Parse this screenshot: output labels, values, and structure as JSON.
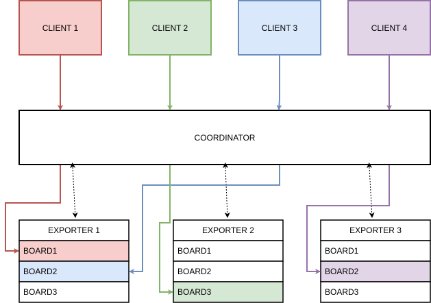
{
  "colors": {
    "client1_fill": "#f8cecc",
    "client1_stroke": "#b85450",
    "client2_fill": "#d5e8d4",
    "client2_stroke": "#82b366",
    "client3_fill": "#dae8fc",
    "client3_stroke": "#6c8ebf",
    "client4_fill": "#e1d5e7",
    "client4_stroke": "#9673a6",
    "neutral_stroke": "#000000"
  },
  "clients": [
    {
      "label": "CLIENT 1",
      "color": "#f8cecc",
      "stroke": "#b85450"
    },
    {
      "label": "CLIENT 2",
      "color": "#d5e8d4",
      "stroke": "#82b366"
    },
    {
      "label": "CLIENT 3",
      "color": "#dae8fc",
      "stroke": "#6c8ebf"
    },
    {
      "label": "CLIENT 4",
      "color": "#e1d5e7",
      "stroke": "#9673a6"
    }
  ],
  "coordinator": {
    "label": "COORDINATOR"
  },
  "exporters": [
    {
      "title": "EXPORTER 1",
      "boards": [
        {
          "label": "BOARD1",
          "highlight": "#f8cecc"
        },
        {
          "label": "BOARD2",
          "highlight": "#dae8fc"
        },
        {
          "label": "BOARD3",
          "highlight": null
        }
      ]
    },
    {
      "title": "EXPORTER 2",
      "boards": [
        {
          "label": "BOARD1",
          "highlight": null
        },
        {
          "label": "BOARD2",
          "highlight": null
        },
        {
          "label": "BOARD3",
          "highlight": "#d5e8d4"
        }
      ]
    },
    {
      "title": "EXPORTER 3",
      "boards": [
        {
          "label": "BOARD1",
          "highlight": null
        },
        {
          "label": "BOARD2",
          "highlight": "#e1d5e7"
        },
        {
          "label": "BOARD3",
          "highlight": null
        }
      ]
    }
  ]
}
